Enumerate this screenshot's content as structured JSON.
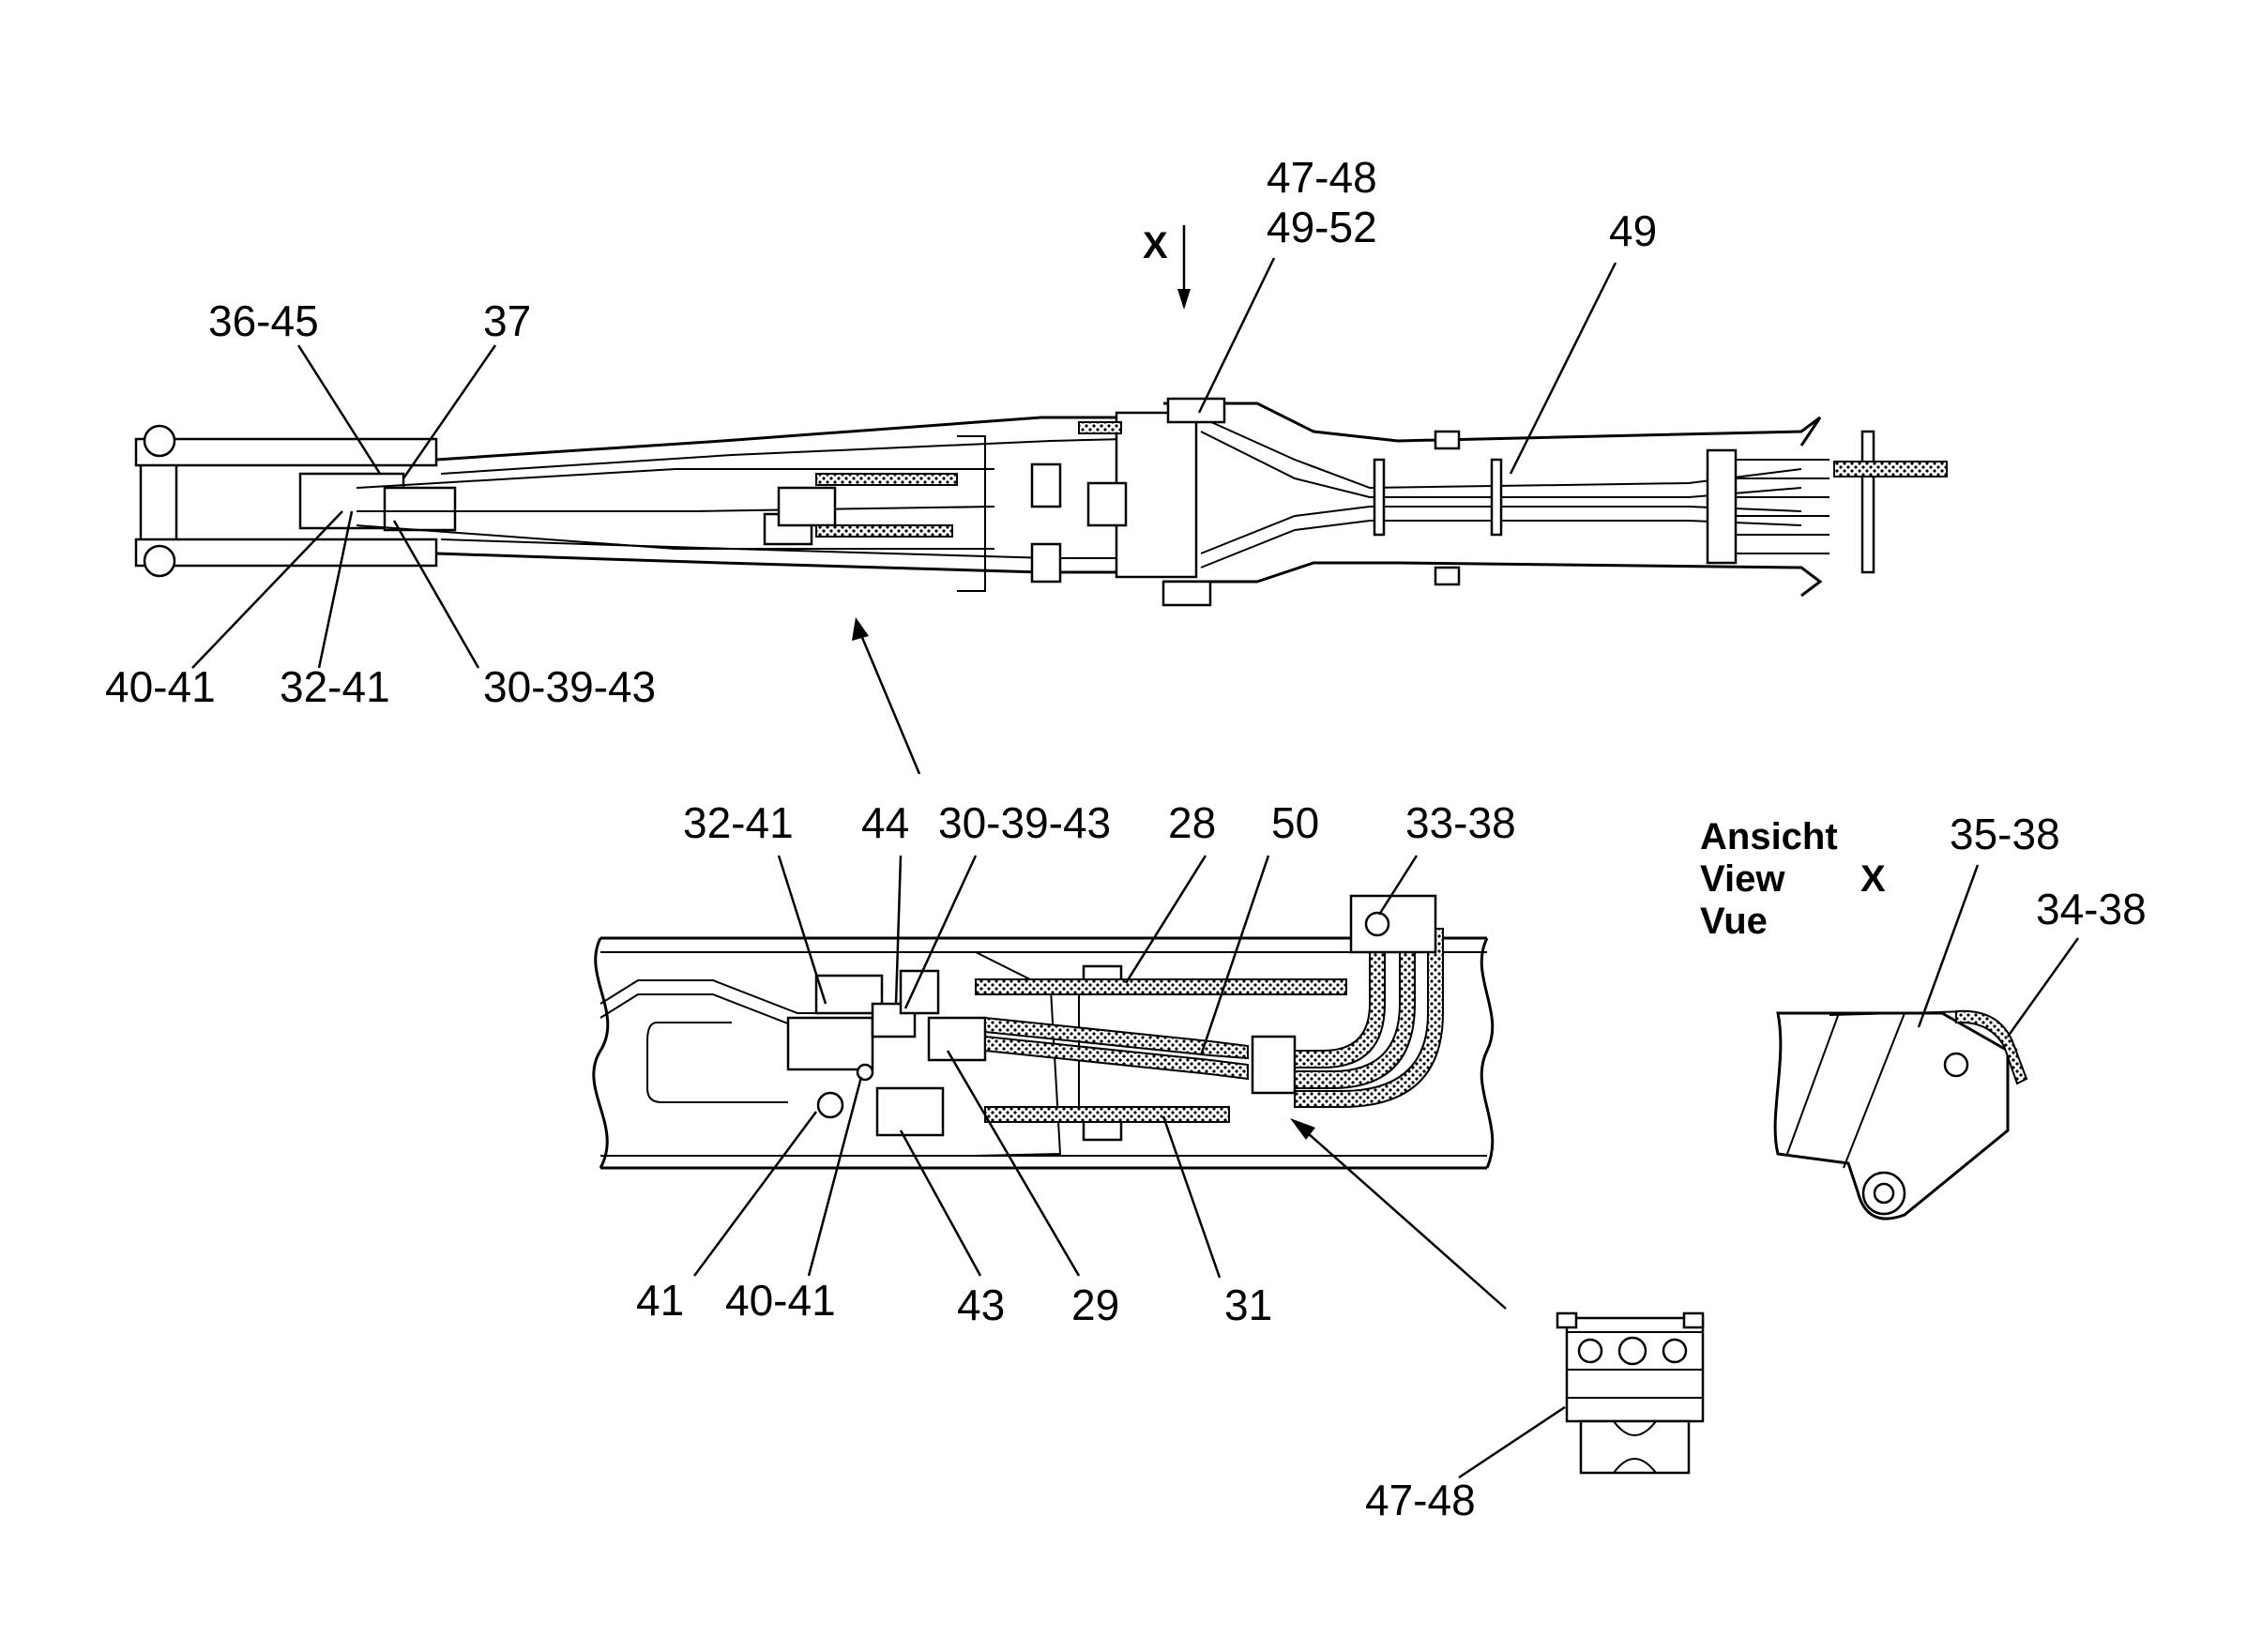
{
  "view_marker": {
    "letter": "X"
  },
  "top_view": {
    "labels": {
      "p47_48": "47-48",
      "p49_52": "49-52",
      "p49": "49",
      "p36_45": "36-45",
      "p37": "37",
      "p40_41": "40-41",
      "p32_41": "32-41",
      "p30_39_43": "30-39-43"
    }
  },
  "detail_view": {
    "labels": {
      "p32_41": "32-41",
      "p44": "44",
      "p30_39_43": "30-39-43",
      "p28": "28",
      "p50": "50",
      "p33_38": "33-38",
      "p41": "41",
      "p40_41": "40-41",
      "p43": "43",
      "p29": "29",
      "p31": "31"
    }
  },
  "view_x": {
    "title_de": "Ansicht",
    "title_en": "View",
    "title_fr": "Vue",
    "letter": "X",
    "labels": {
      "p35_38": "35-38",
      "p34_38": "34-38"
    }
  },
  "clamp_detail": {
    "label": "47-48"
  }
}
